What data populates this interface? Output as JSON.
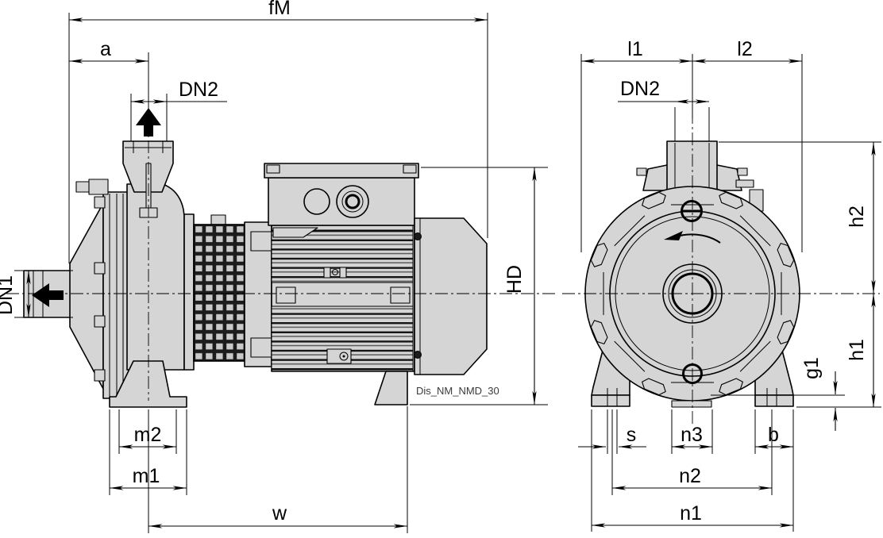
{
  "drawing_code": "Dis_NM_NMD_30",
  "colors": {
    "metal_fill": "#d5d5d5",
    "outline": "#000000",
    "background": "#ffffff",
    "vent_grid_dark": "#1c1c1c"
  },
  "icons": {
    "discharge_flow_arrow": "▲",
    "suction_flow_arrow": "◀",
    "rotation_direction_arrow": "↶"
  },
  "side_view": {
    "dim_labels": {
      "fm": "fM",
      "a": "a",
      "dn2": "DN2",
      "dn1": "DN1",
      "hd": "HD",
      "m2": "m2",
      "m1": "m1",
      "w": "w"
    }
  },
  "front_view": {
    "dim_labels": {
      "l1": "l1",
      "l2": "l2",
      "dn2": "DN2",
      "h2": "h2",
      "h1": "h1",
      "g1": "g1",
      "s": "s",
      "n3": "n3",
      "b": "b",
      "n2": "n2",
      "n1": "n1"
    }
  }
}
